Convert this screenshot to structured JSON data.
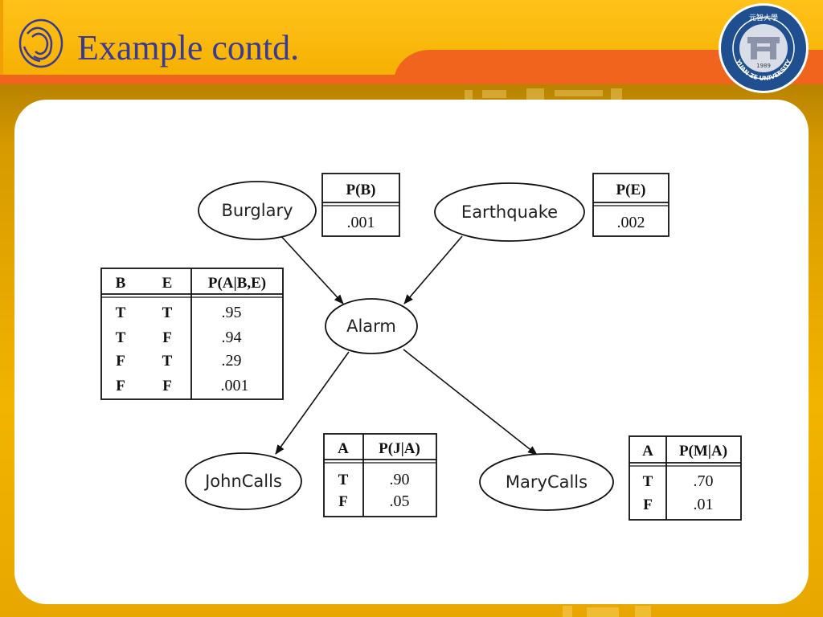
{
  "slide": {
    "title": "Example contd.",
    "colors": {
      "header": "#ffc21a",
      "band": "#f0641e",
      "title": "#3a3a92",
      "panel": "#ffffff"
    }
  },
  "logo": {
    "text": "YUAN ZE UNIVERSITY",
    "year": "1989",
    "seal_chars": "元智大學"
  },
  "diagram": {
    "nodes": {
      "burglary": "Burglary",
      "earthquake": "Earthquake",
      "alarm": "Alarm",
      "john": "JohnCalls",
      "mary": "MaryCalls"
    },
    "tables": {
      "pb": {
        "header": "P(B)",
        "value": ".001"
      },
      "pe": {
        "header": "P(E)",
        "value": ".002"
      },
      "pa": {
        "headers": [
          "B",
          "E",
          "P(A|B,E)"
        ],
        "rows": [
          [
            "T",
            "T",
            ".95"
          ],
          [
            "T",
            "F",
            ".94"
          ],
          [
            "F",
            "T",
            ".29"
          ],
          [
            "F",
            "F",
            ".001"
          ]
        ]
      },
      "pj": {
        "headers": [
          "A",
          "P(J|A)"
        ],
        "rows": [
          [
            "T",
            ".90"
          ],
          [
            "F",
            ".05"
          ]
        ]
      },
      "pm": {
        "headers": [
          "A",
          "P(M|A)"
        ],
        "rows": [
          [
            "T",
            ".70"
          ],
          [
            "F",
            ".01"
          ]
        ]
      }
    }
  }
}
